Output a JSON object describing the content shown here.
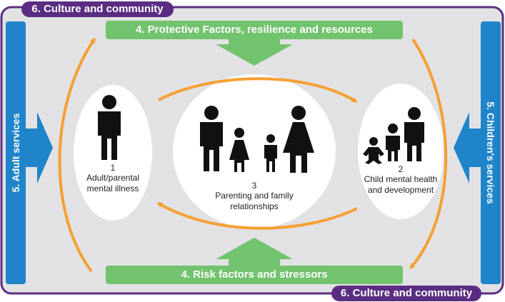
{
  "culture_tab_top": "6. Culture and community",
  "culture_tab_bottom": "6. Culture and community",
  "protective_bar": "4. Protective Factors, resilience and resources",
  "risk_bar": "4. Risk factors and stressors",
  "adult_services": "5. Adult services",
  "childrens_services": "5. Children's services",
  "nodes": {
    "adult": {
      "number": "1",
      "label_line1": "Adult/parental",
      "label_line2": "mental illness"
    },
    "family": {
      "number": "3",
      "label_line1": "Parenting and family",
      "label_line2": "relationships"
    },
    "child": {
      "number": "2",
      "label_line1": "Child mental health",
      "label_line2": "and development"
    }
  },
  "colors": {
    "purple": "#5a2d82",
    "green": "#72c36d",
    "blue": "#1f84c9",
    "orange": "#f5a032",
    "panel": "#e2e2e4",
    "figure": "#111111"
  }
}
